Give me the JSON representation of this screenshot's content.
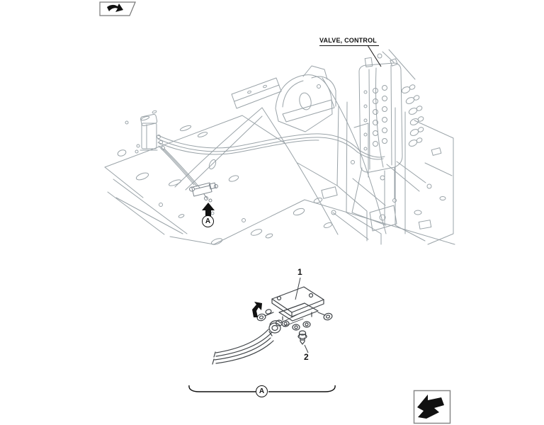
{
  "page": {
    "background": "#ffffff",
    "colors": {
      "illustration_lines": "#9aa3a8",
      "detail_lines": "#3f4347",
      "ink": "#111111",
      "icon_border": "#808080"
    }
  },
  "nav": {
    "back_button_icon": "bent-arrow-back-icon",
    "forward_button_icon": "bent-arrow-forward-icon"
  },
  "diagram": {
    "valve_label": "VALVE, CONTROL",
    "location_marker": {
      "icon": "up-arrow-icon",
      "letter": "A"
    },
    "detail_view": {
      "callout_1": "1",
      "callout_2": "2",
      "direction_icon": "bent-arrow-direction-icon",
      "bracket_letter": "A"
    }
  }
}
